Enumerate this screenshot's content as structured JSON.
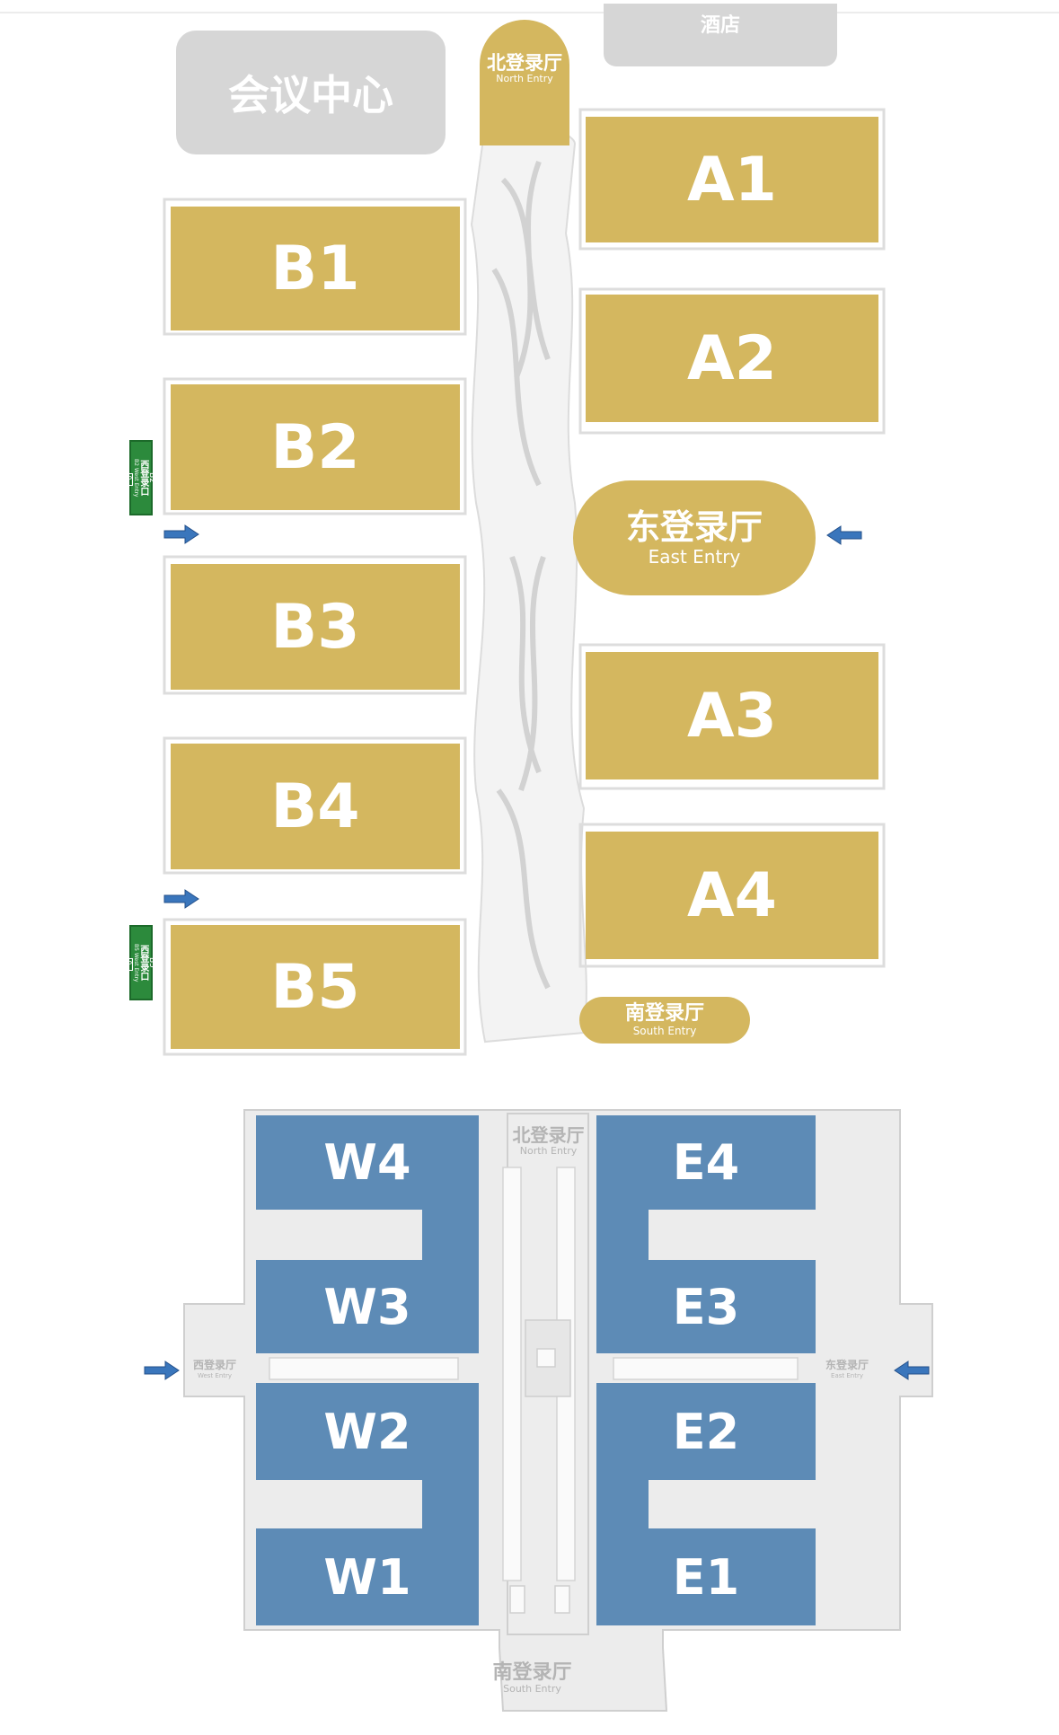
{
  "top_map": {
    "conference_center": "会议中心",
    "hotel": "酒店",
    "north_entry": {
      "cn": "北登录厅",
      "en": "North Entry"
    },
    "east_entry": {
      "cn": "东登录厅",
      "en": "East Entry"
    },
    "south_entry": {
      "cn": "南登录厅",
      "en": "South Entry"
    },
    "halls_a": [
      "A1",
      "A2",
      "A3",
      "A4"
    ],
    "halls_b": [
      "B1",
      "B2",
      "B3",
      "B4",
      "B5"
    ],
    "west_sign_b2": {
      "code": "B2",
      "cn": "西登录口",
      "en": "B2 West Entry",
      "icon": "P"
    },
    "west_sign_b5": {
      "code": "B5",
      "cn": "西登录口",
      "en": "B5 West Entry",
      "icon": "P"
    }
  },
  "bottom_map": {
    "north_entry": {
      "cn": "北登录厅",
      "en": "North Entry"
    },
    "south_entry": {
      "cn": "南登录厅",
      "en": "South Entry"
    },
    "west_entry": {
      "cn": "西登录厅",
      "en": "West Entry"
    },
    "east_entry": {
      "cn": "东登录厅",
      "en": "East Entry"
    },
    "halls_w": [
      "W4",
      "W3",
      "W2",
      "W1"
    ],
    "halls_e": [
      "E4",
      "E3",
      "E2",
      "E1"
    ]
  },
  "colors": {
    "gold_hall": "#d4b75f",
    "blue_hall": "#5d8bb6",
    "grey_building": "#d6d6d6",
    "arrow": "#3a76bc",
    "green_sign": "#2c8a3c"
  },
  "icons": [
    "entry-arrow-icon",
    "parking-icon"
  ]
}
